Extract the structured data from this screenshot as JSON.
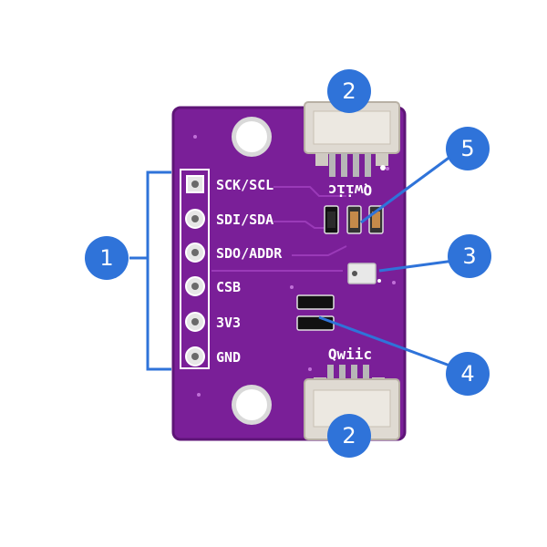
{
  "board": {
    "color": "#7a1f98",
    "pin_labels": [
      "SCK/SCL",
      "SDI/SDA",
      "SDO/ADDR",
      "CSB",
      "3V3",
      "GND"
    ],
    "qwiic_top_label": "Qwiic",
    "qwiic_bottom_label": "Qwiic"
  },
  "callouts": {
    "color": "#2f73d9",
    "pins": "1",
    "qwiic_top": "2",
    "qwiic_bottom": "2",
    "sensor": "3",
    "resistors": "4",
    "top_resistors": "5"
  }
}
